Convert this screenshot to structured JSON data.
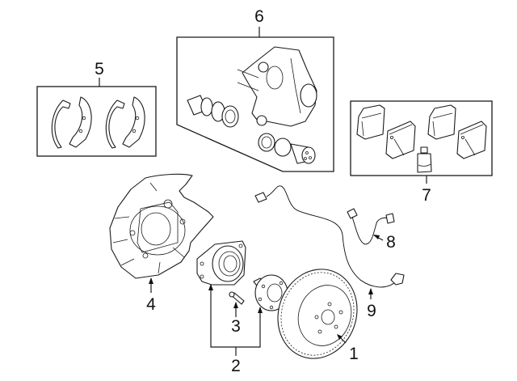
{
  "diagram": {
    "title": "Rear brake components exploded view",
    "callouts": [
      {
        "id": "1",
        "label": "1",
        "part": "Brake rotor"
      },
      {
        "id": "2",
        "label": "2",
        "part": "Hub & bearing assembly"
      },
      {
        "id": "3",
        "label": "3",
        "part": "Wheel stud"
      },
      {
        "id": "4",
        "label": "4",
        "part": "Backing / splash shield"
      },
      {
        "id": "5",
        "label": "5",
        "part": "Parking brake shoes kit"
      },
      {
        "id": "6",
        "label": "6",
        "part": "Caliper assembly with piston & seal kit"
      },
      {
        "id": "7",
        "label": "7",
        "part": "Brake pads kit"
      },
      {
        "id": "8",
        "label": "8",
        "part": "Brake hose"
      },
      {
        "id": "9",
        "label": "9",
        "part": "ABS wheel speed sensor"
      }
    ]
  }
}
